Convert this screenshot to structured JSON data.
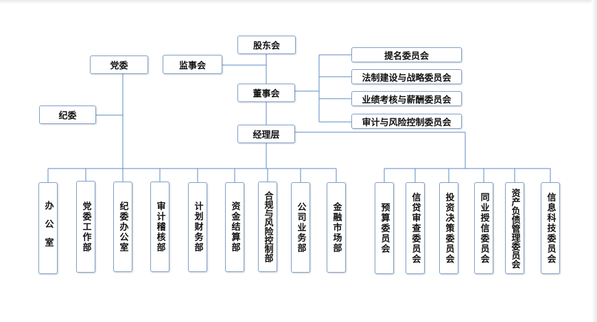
{
  "top_nodes": {
    "shareholders": "股东会",
    "supervisors": "监事会",
    "board": "董事会",
    "management": "经理层",
    "party_committee": "党委",
    "discipline_committee": "纪委"
  },
  "board_committees": [
    "提名委员会",
    "法制建设与战略委员会",
    "业绩考核与薪酬委员会",
    "审计与风险控制委员会"
  ],
  "departments": [
    "办公室",
    "党委工作部",
    "纪委办公室",
    "审计稽核部",
    "计划财务部",
    "资金结算部",
    "合规与风险控制部",
    "公司业务部",
    "金融市场部"
  ],
  "management_committees": [
    "预算委员会",
    "信贷审查委员会",
    "投资决策委员会",
    "同业授信委员会",
    "资产负债管理委员会",
    "信息科技委员会"
  ]
}
